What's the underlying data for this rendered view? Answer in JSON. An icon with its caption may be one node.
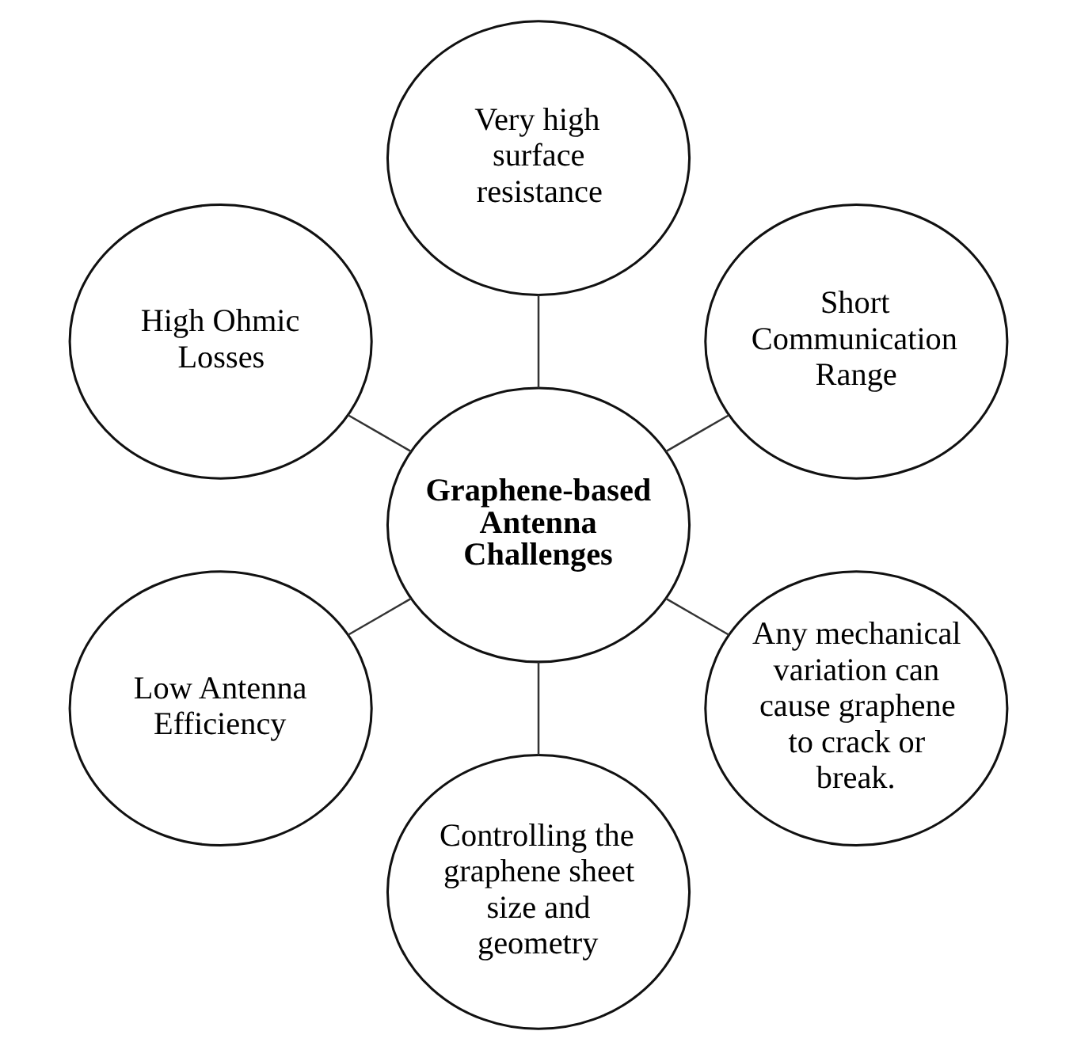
{
  "diagram": {
    "nodes": [
      {
        "text": [
          "Graphene-based Antenna Challenges"
        ]
      },
      {
        "text": [
          "Short Communication Range"
        ]
      },
      {
        "text": [
          "Very high surface resistance"
        ]
      },
      {
        "text": [
          "High Ohmic Losses"
        ]
      },
      {
        "text": [
          "Low Antenna Efficiency"
        ]
      },
      {
        "text": [
          "Controlling the graphene sheet size and geometry"
        ]
      },
      {
        "text": [
          "Any mechanical variation can cause graphene to crack or break."
        ]
      }
    ],
    "edges": [
      {
        "from": 0,
        "to": 1,
        "arrow": "none"
      },
      {
        "from": 0,
        "to": 2,
        "arrow": "none"
      },
      {
        "from": 0,
        "to": 3,
        "arrow": "none"
      },
      {
        "from": 0,
        "to": 4,
        "arrow": "none"
      },
      {
        "from": 0,
        "to": 5,
        "arrow": "none"
      },
      {
        "from": 0,
        "to": 6,
        "arrow": "none"
      }
    ]
  }
}
